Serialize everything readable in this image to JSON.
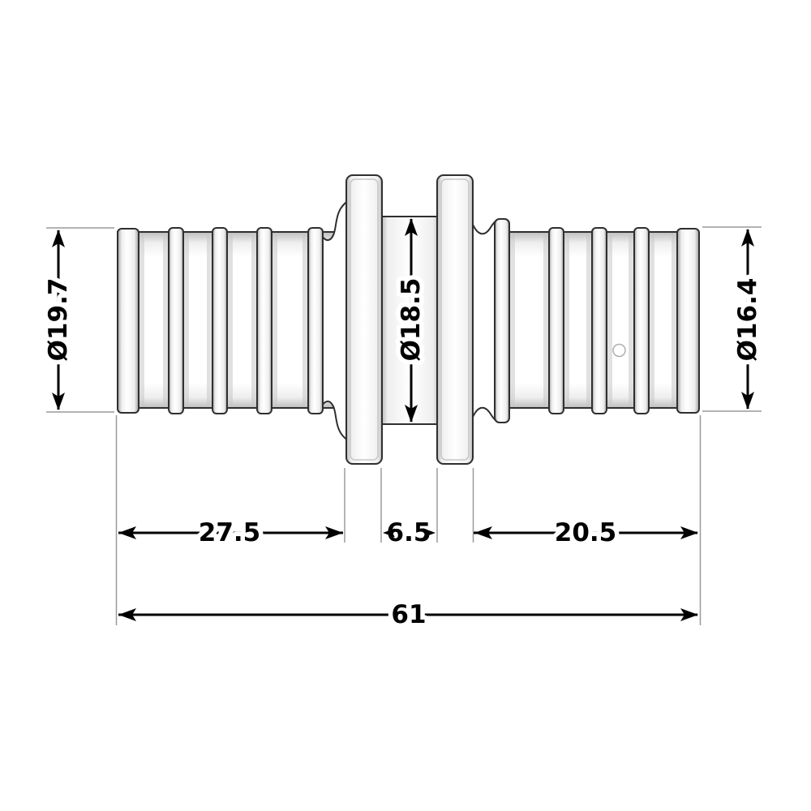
{
  "drawing": {
    "name": "Pipe coupling fitting - dimensioned technical drawing",
    "background_color": "#ffffff",
    "outline_color": "#2f2f2f",
    "dimension_color": "#000000",
    "extension_line_color": "#9a9a9a",
    "dimensions": {
      "diameter_left": "Ø19.7",
      "diameter_center": "Ø18.5",
      "diameter_right": "Ø16.4",
      "length_left": "27.5",
      "length_center": "6.5",
      "length_right": "20.5",
      "length_overall": "61"
    }
  }
}
